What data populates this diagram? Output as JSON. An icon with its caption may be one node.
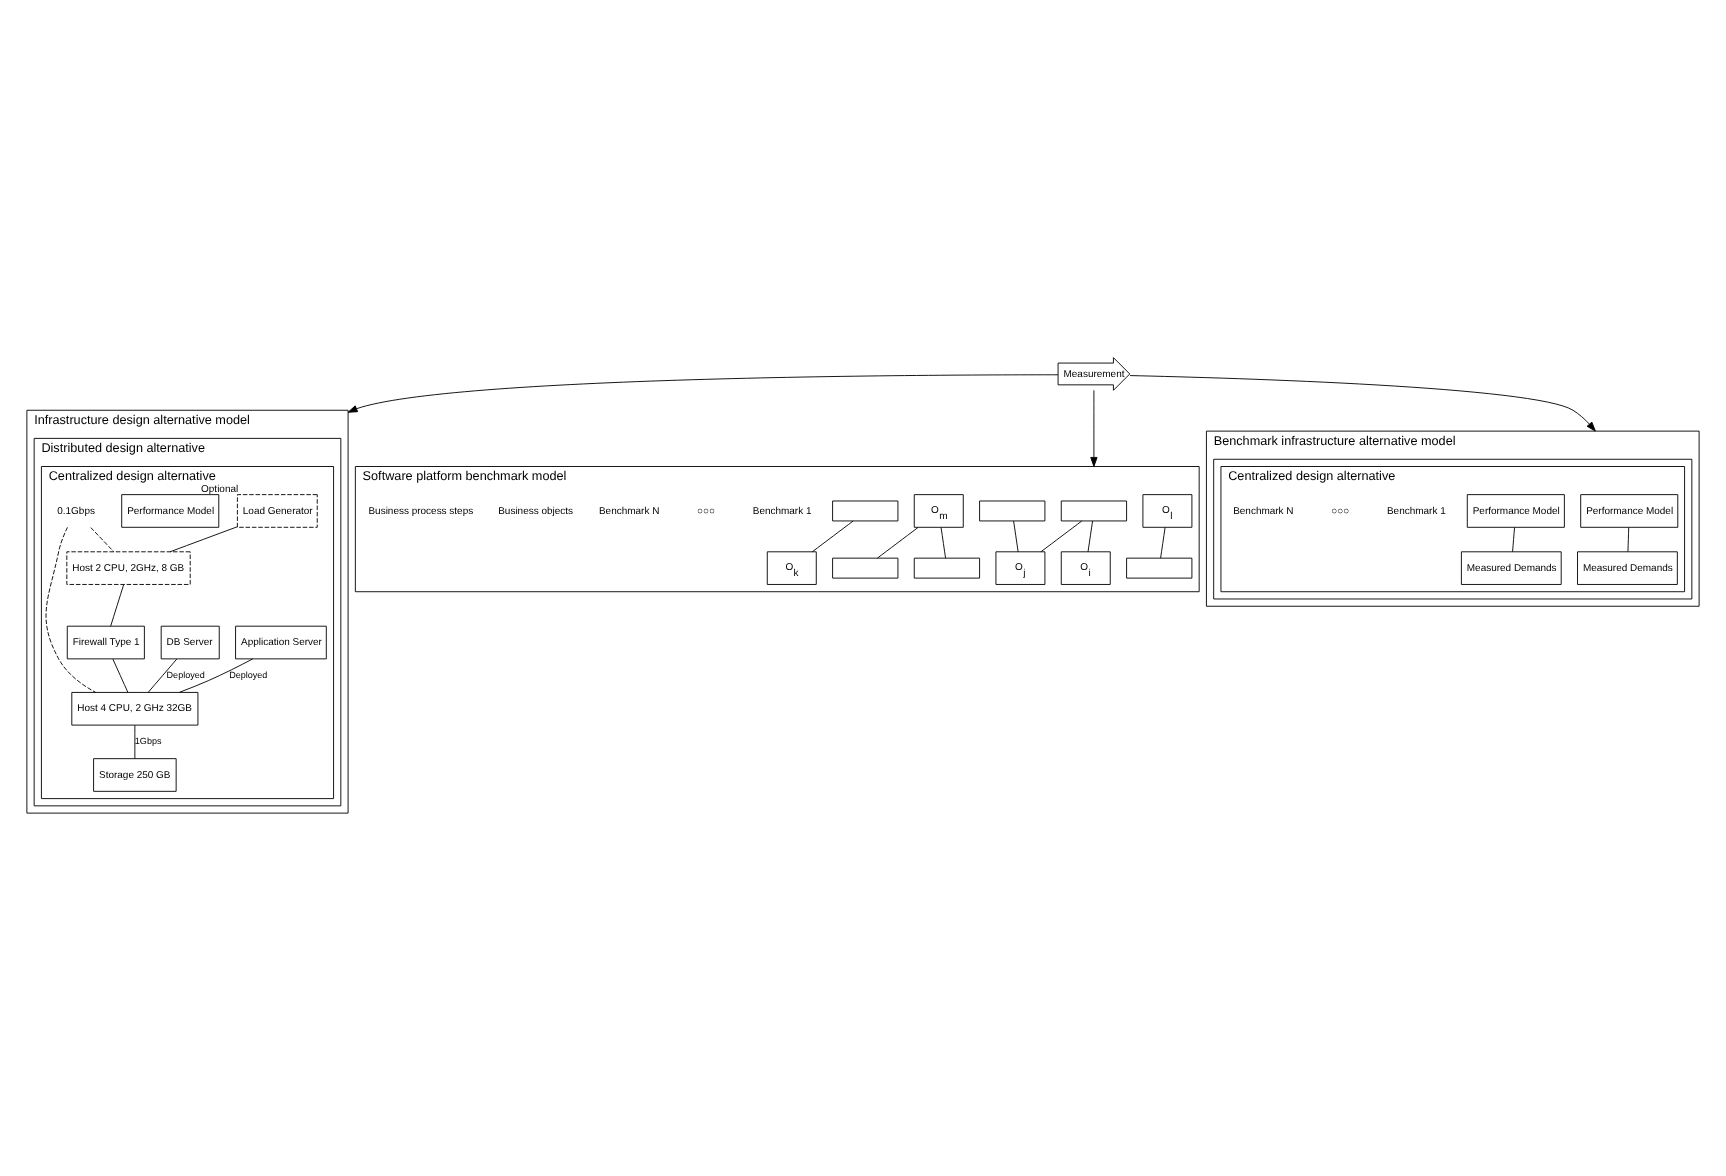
{
  "diagram": {
    "nodes": [
      {
        "text": [
          "Infrastructure design alternative model"
        ]
      },
      {
        "text": [
          "Distributed design alternative"
        ],
        "in": 0
      },
      {
        "text": [
          "Centralized design alternative"
        ],
        "in": 1
      },
      {
        "text": [
          "Load Generator"
        ],
        "beside": [
          "Optional"
        ],
        "in": 2
      },
      {
        "text": [
          "Application Server"
        ],
        "in": 2
      },
      {
        "text": [
          "DB Server"
        ],
        "in": 2
      },
      {
        "text": [
          "Host 2 CPU, 2GHz, 8 GB"
        ],
        "in": 2
      },
      {
        "text": [
          "Firewall Type 1"
        ],
        "in": 2
      },
      {
        "text": [
          "Host 4 CPU, 2 GHz 32GB"
        ],
        "in": 2
      },
      {
        "text": [
          "Performance Model"
        ],
        "in": 2
      },
      {
        "text": [
          "Storage 250 GB"
        ],
        "in": 2
      },
      {
        "text": [
          "0.1Gbps"
        ],
        "in": 2
      },
      {
        "text": [
          "Measurement"
        ]
      },
      {
        "text": [
          "Software platform benchmark model"
        ]
      },
      {
        "text": [],
        "shape": "box",
        "in": 13
      },
      {
        "text": [
          "O$_{i}$"
        ],
        "in": 13
      },
      {
        "text": [
          "O$_{l}$"
        ],
        "in": 13
      },
      {
        "text": [],
        "shape": "box",
        "in": 13
      },
      {
        "text": [],
        "shape": "box",
        "in": 13
      },
      {
        "text": [
          "O$_{j}$"
        ],
        "in": 13
      },
      {
        "text": [
          "O$_{m}$"
        ],
        "in": 13
      },
      {
        "text": [],
        "shape": "box",
        "in": 13
      },
      {
        "text": [
          "O$_{k}$"
        ],
        "in": 13
      },
      {
        "text": [],
        "shape": "box",
        "in": 13
      },
      {
        "text": [],
        "shape": "box",
        "in": 13
      },
      {
        "text": [
          "Benchmark infrastructure alternative model"
        ]
      },
      {
        "text": [],
        "shape": "box",
        "in": 25
      },
      {
        "text": [
          "Centralized design alternative"
        ],
        "in": 26
      },
      {
        "text": [
          "Performance Model"
        ],
        "in": 27
      },
      {
        "text": [
          "Performance Model"
        ],
        "in": 27
      },
      {
        "text": [
          "Measured Demands"
        ],
        "in": 27
      },
      {
        "text": [
          "Measured Demands"
        ],
        "in": 27
      }
    ],
    "edges": [
      {
        "from": 3,
        "to": 6,
        "arrow": "none"
      },
      {
        "from": 4,
        "to": 8,
        "arrow": "none",
        "label": "Deployed"
      },
      {
        "from": 5,
        "to": 8,
        "arrow": "none",
        "label": "Deployed"
      },
      {
        "from": 6,
        "to": 7,
        "arrow": "none"
      },
      {
        "from": 7,
        "to": 8,
        "arrow": "none"
      },
      {
        "from": 11,
        "to": 6,
        "arrow": "none",
        "style": "dashed"
      },
      {
        "from": 11,
        "to": 8,
        "arrow": "none",
        "style": "dashed"
      },
      {
        "from": 8,
        "to": 10,
        "arrow": "none",
        "label": "1Gbps"
      },
      {
        "from": 12,
        "to": 0,
        "arrow": "to"
      },
      {
        "from": 12,
        "to": 13,
        "arrow": "to"
      },
      {
        "from": 12,
        "to": 25,
        "arrow": "to"
      },
      {
        "from": 14,
        "to": 15,
        "arrow": "none"
      },
      {
        "from": 14,
        "to": 19,
        "arrow": "none"
      },
      {
        "from": 17,
        "to": 19,
        "arrow": "none"
      },
      {
        "from": 23,
        "to": 22,
        "arrow": "none"
      },
      {
        "from": 16,
        "to": 18,
        "arrow": "none"
      },
      {
        "from": 20,
        "to": 21,
        "arrow": "none"
      },
      {
        "from": 20,
        "to": 24,
        "arrow": "none"
      },
      {
        "from": 28,
        "to": 30,
        "arrow": "none"
      },
      {
        "from": 29,
        "to": 31,
        "arrow": "none"
      }
    ],
    "labels": [
      "Benchmark 1",
      "○○○",
      "Benchmark N",
      "Business objects",
      "Business process steps",
      "Benchmark 1",
      "○○○",
      "Benchmark N"
    ]
  }
}
